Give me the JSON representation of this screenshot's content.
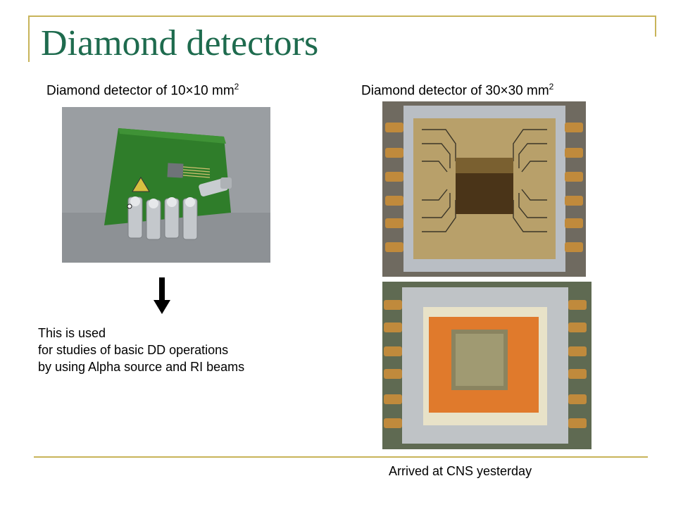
{
  "slide": {
    "title": "Diamond detectors",
    "left_label": {
      "text": "Diamond detector of 10×10 mm",
      "sup": "2"
    },
    "right_label": {
      "text": "Diamond detector of 30×30 mm",
      "sup": "2"
    },
    "description_lines": [
      "This is used",
      "for studies of  basic DD operations",
      "by using Alpha source and RI beams"
    ],
    "caption": "Arrived at CNS yesterday"
  },
  "colors": {
    "title": "#1e6b4e",
    "rule_lines": "#c8b45a",
    "pcb_green": "#2f7d2a",
    "metal_frame": "#b9bec4",
    "kapton": "#e07a2c"
  },
  "images": {
    "left_photo": "photo of small green printed circuit board with diamond detector chip and connectors",
    "right_top_photo": "photo of 30x30 diamond detector in metal housing with gold circuit board",
    "right_bottom_photo": "photo of 30x30 diamond detector in metal housing with orange kapton board"
  }
}
